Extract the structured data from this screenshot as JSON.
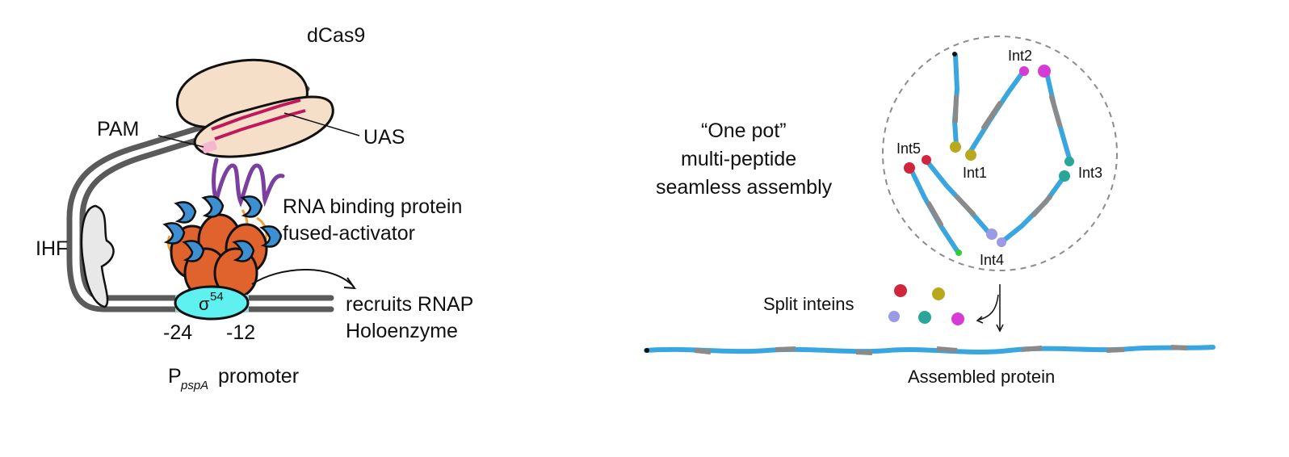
{
  "left_panel": {
    "labels": {
      "dcas9": "dCas9",
      "pam": "PAM",
      "uas": "UAS",
      "rbp_line1": "RNA binding protein",
      "rbp_line2": "fused-activator",
      "ihf": "IHF",
      "sigma": "σ",
      "sigma_sup": "54",
      "recruits_line1": "recruits RNAP",
      "recruits_line2": "Holoenzyme",
      "pos_minus24": "-24",
      "pos_minus12": "-12",
      "promoter_p": "P",
      "promoter_sub": "pspA",
      "promoter_word": "promoter"
    },
    "colors": {
      "dcas9_fill": "#f6dfc9",
      "dna": "#5a5a5a",
      "guide_rna": "#c2185b",
      "rna_hairpin": "#7b3fa0",
      "binding_protein": "#3d8fd1",
      "activator": "#e0622d",
      "linker": "#f0a030",
      "sigma54": "#5ff0f0",
      "pam": "#f6b6d0",
      "ihf": "#e8e8e8"
    }
  },
  "right_panel": {
    "labels": {
      "one_pot_line1": "“One pot”",
      "one_pot_line2": "multi-peptide",
      "one_pot_line3": "seamless assembly",
      "int1": "Int1",
      "int2": "Int2",
      "int3": "Int3",
      "int4": "Int4",
      "int5": "Int5",
      "split_inteins": "Split inteins",
      "assembled_protein": "Assembled protein"
    },
    "colors": {
      "peptide_main": "#3aa6e0",
      "peptide_alt": "#8a8a8a",
      "int1": "#b8a81e",
      "int2": "#d63bd6",
      "int3": "#2aa59a",
      "int4": "#9a9ae6",
      "int5": "#d0253a",
      "terminal_green": "#33cc33",
      "circle": "#8c8c8c"
    }
  }
}
